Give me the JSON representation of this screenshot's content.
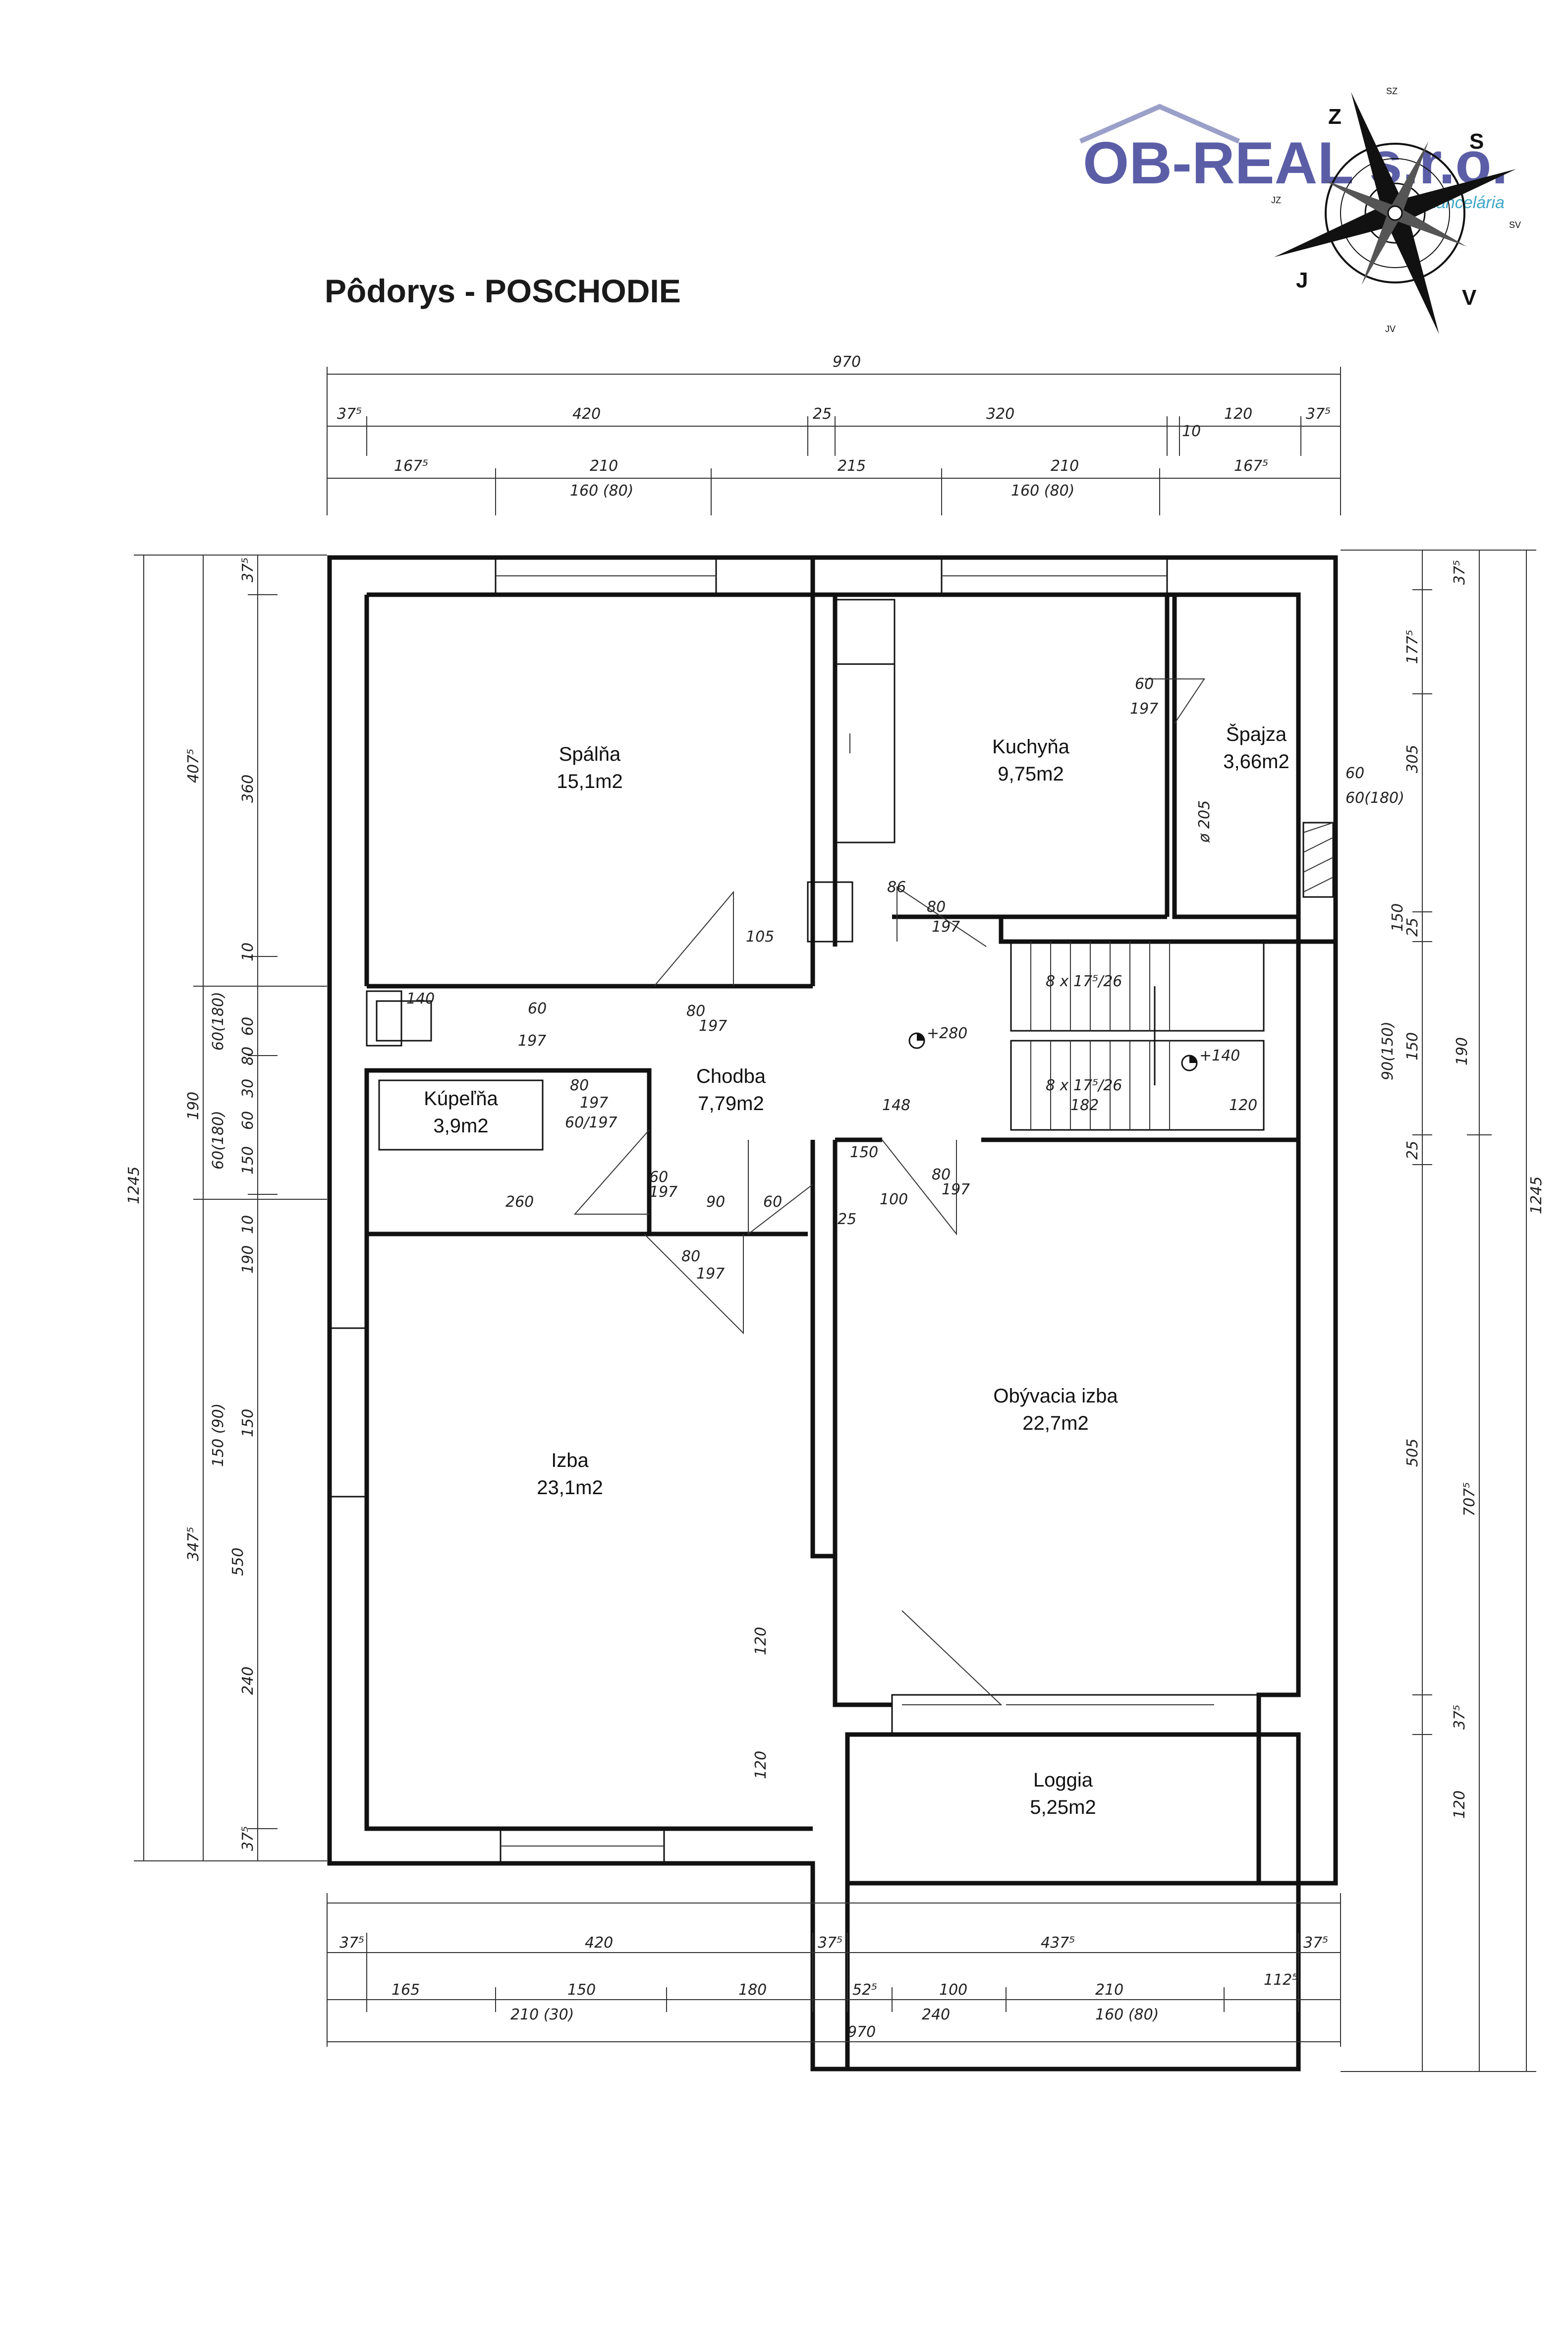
{
  "title": "Pôdorys - POSCHODIE",
  "logo": {
    "name": "OB-REAL s.r.o.",
    "subtitle": "realitná kancelária",
    "color": "#5b5ea6",
    "accent": "#3fa7c8"
  },
  "compass": {
    "labels": [
      "Z",
      "S",
      "V",
      "J"
    ],
    "sub_labels": [
      "SZ",
      "SV",
      "JV",
      "JZ"
    ]
  },
  "rooms": [
    {
      "name": "Spálňa",
      "area": "15,1m2"
    },
    {
      "name": "Kuchyňa",
      "area": "9,75m2"
    },
    {
      "name": "Špajza",
      "area": "3,66m2"
    },
    {
      "name": "Chodba",
      "area": "7,79m2"
    },
    {
      "name": "Kúpeľňa",
      "area": "3,9m2"
    },
    {
      "name": "Obývacia izba",
      "area": "22,7m2"
    },
    {
      "name": "Izba",
      "area": "23,1m2"
    },
    {
      "name": "Loggia",
      "area": "5,25m2"
    }
  ],
  "dimensions": {
    "top_total": "970",
    "top_row1": [
      "37⁵",
      "420",
      "25",
      "320",
      "120",
      "37⁵",
      "10"
    ],
    "top_row2": [
      "167⁵",
      "210",
      "215",
      "210",
      "167⁵"
    ],
    "top_row2_sub": [
      "160 (80)",
      "160 (80)"
    ],
    "bottom_row1": [
      "37⁵",
      "420",
      "37⁵",
      "437⁵",
      "37⁵"
    ],
    "bottom_row2": [
      "165",
      "150",
      "180",
      "52⁵",
      "100",
      "210",
      "112⁵"
    ],
    "bottom_row2_sub": [
      "210 (30)",
      "240",
      "160 (80)"
    ],
    "bottom_total": "970",
    "left_total": "1245",
    "left_outer": [
      "407⁵",
      "190",
      "347⁵"
    ],
    "left_inner": [
      "37⁵",
      "360",
      "10",
      "60",
      "80",
      "30",
      "60",
      "150",
      "10",
      "190",
      "150",
      "240",
      "37⁵"
    ],
    "left_sub": [
      "60(180)",
      "60(180)",
      "150 (90)",
      "550"
    ],
    "right_total": "1245",
    "right_outer": [
      "707⁵"
    ],
    "right_inner": [
      "37⁵",
      "177⁵",
      "305",
      "25",
      "150",
      "25",
      "505",
      "37⁵",
      "120"
    ],
    "right_sub": [
      "60",
      "60(180)",
      "150",
      "90(150)",
      "190"
    ],
    "interior": [
      "140",
      "60",
      "197",
      "80",
      "197",
      "105",
      "86",
      "80",
      "197",
      "60",
      "197",
      "8 x 17⁵/26",
      "8 x 17⁵/26",
      "+280",
      "+140",
      "148",
      "182",
      "120",
      "150",
      "80",
      "197",
      "100",
      "25",
      "260",
      "90",
      "60",
      "80",
      "197",
      "60",
      "197",
      "120",
      "120",
      "80",
      "197",
      "60/197",
      "ø 205"
    ]
  }
}
